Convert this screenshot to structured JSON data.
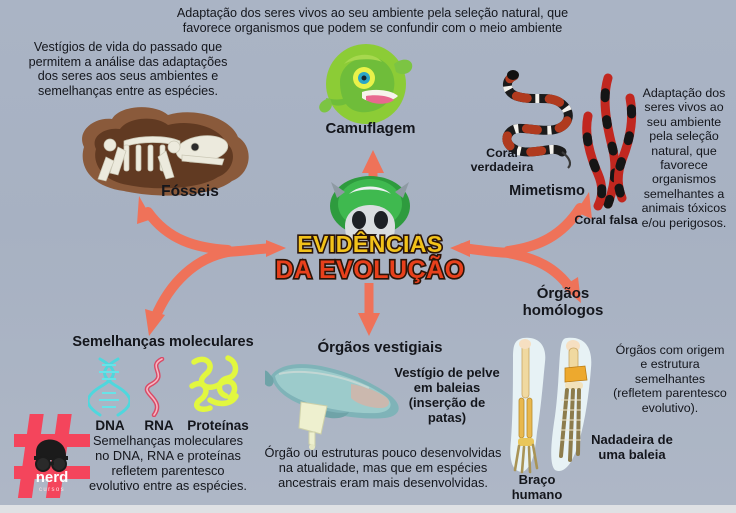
{
  "poster": {
    "center_title_line1": "EVIDÊNCIAS",
    "center_title_line2": "DA EVOLUÇÃO",
    "background_color": "#a9b3c4",
    "arrow_color": "#ef7259",
    "text_color": "#14161c"
  },
  "branches": {
    "fosseis": {
      "label": "Fósseis",
      "description": "Vestígios de vida do passado que\npermitem a análise das adaptações\ndos seres aos seus ambientes e\nsemelhanças entre as espécies.",
      "art": "fossil-skeleton-in-rock"
    },
    "camuflagem": {
      "label": "Camuflagem",
      "description": "Adaptação dos seres vivos ao seu ambiente pela seleção natural, que\nfavorece organismos que podem se confundir com o meio ambiente",
      "art": "chameleon"
    },
    "mimetismo": {
      "label": "Mimetismo",
      "description": "Adaptação dos\nseres vivos ao\nseu ambiente\npela seleção\nnatural, que\nfavorece\norganismos\nsemelhantes a\nanimais tóxicos\ne/ou perigosos.",
      "snake_true_label": "Coral\nverdadeira",
      "snake_false_label": "Coral falsa",
      "art": "coral-snakes"
    },
    "orgaos_homologos": {
      "label": "Órgãos\nhomólogos",
      "description": "Órgãos com origem\ne estrutura\nsemelhantes\n(refletem parentesco\nevolutivo).",
      "limb_human_label": "Braço\nhumano",
      "limb_whale_label": "Nadadeira de\numa baleia",
      "art": "homologous-limbs"
    },
    "orgaos_vestigiais": {
      "label": "Órgãos  vestigiais",
      "callout": "Vestígio de pelve\nem baleias\n(inserção de\npatas)",
      "description": "Órgão ou estruturas pouco desenvolvidas\nna atualidade, mas  que em espécies\nancestrais eram mais desenvolvidas.",
      "art": "whale-with-pelvis"
    },
    "semelhancas_moleculares": {
      "label": "Semelhanças moleculares",
      "description": "Semelhanças moleculares\nno DNA, RNA e proteínas\nrefletem parentesco\nevolutivo entre as espécies.",
      "molecules": [
        {
          "name": "DNA",
          "color": "#4fd7dd"
        },
        {
          "name": "RNA",
          "color": "#d94a66"
        },
        {
          "name": "Proteínas",
          "color": "#e2f73f"
        }
      ]
    }
  },
  "watermark": {
    "brand": "nerd",
    "sub": "cursos",
    "symbol": "#",
    "color": "#f4455c"
  }
}
